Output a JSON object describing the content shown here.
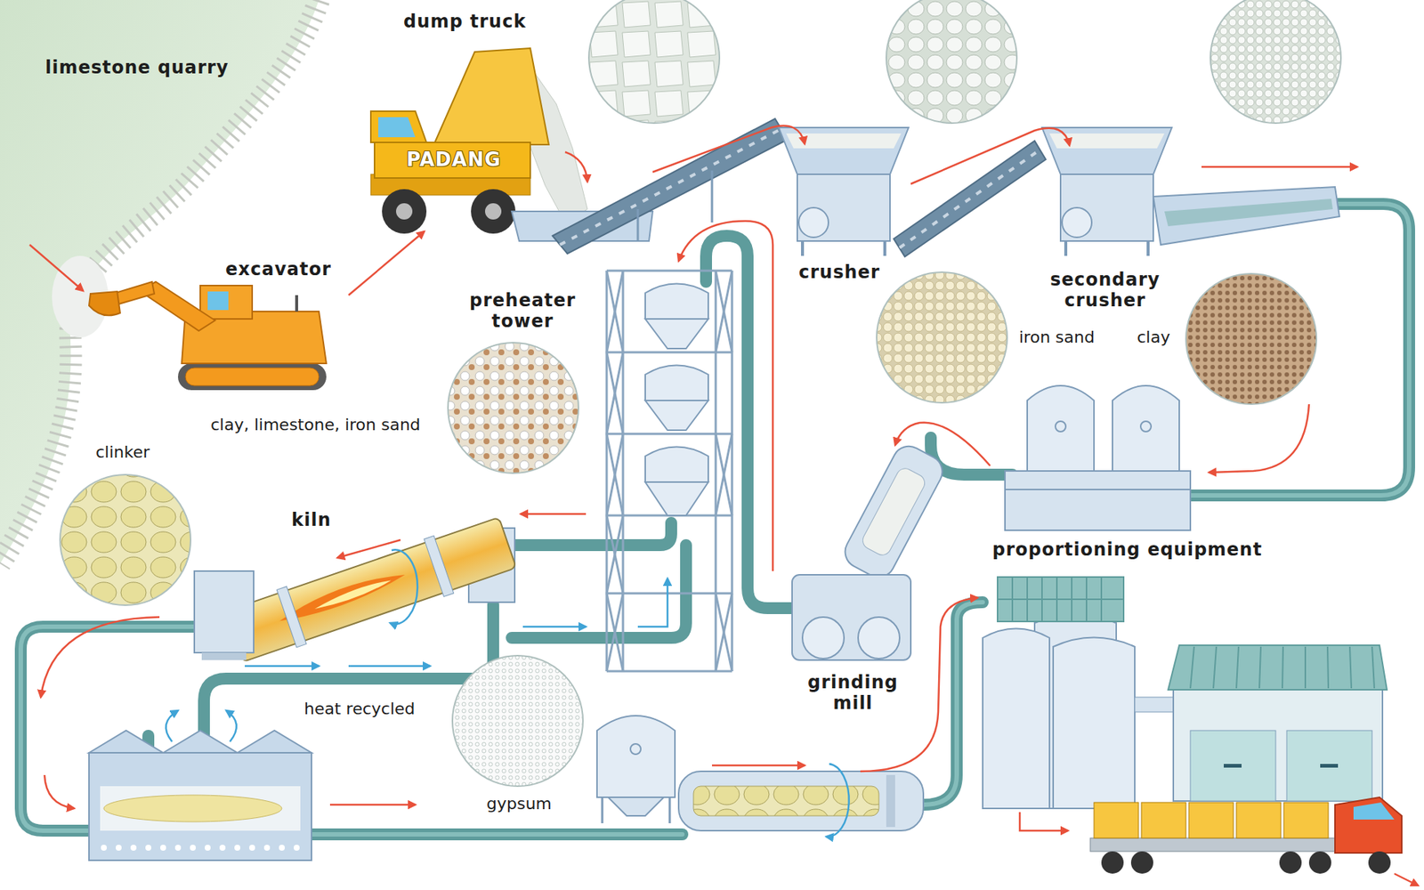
{
  "diagram": {
    "labels": [
      "limestone quarry",
      "dump truck",
      "PADANG",
      "excavator",
      "crusher",
      "secondary crusher",
      "preheater tower",
      "iron sand",
      "clay",
      "clay, limestone, iron sand",
      "clinker",
      "kiln",
      "proportioning equipment",
      "heat recycled",
      "grinding mill",
      "gypsum"
    ]
  }
}
